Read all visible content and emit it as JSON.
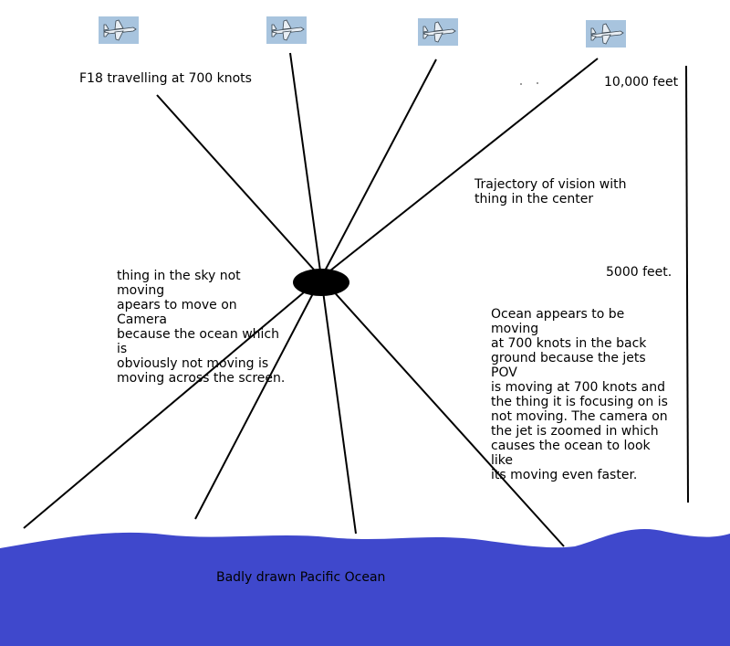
{
  "diagram": {
    "colors": {
      "ocean": "#3f48cc",
      "jet_background": "#a8c4de",
      "jet_body": "#e8eef4",
      "jet_outline": "#3a4650",
      "object": "#000000",
      "lines": "#000000"
    },
    "jets": [
      {
        "icon": "jet-icon"
      },
      {
        "icon": "jet-icon"
      },
      {
        "icon": "jet-icon"
      },
      {
        "icon": "jet-icon"
      }
    ],
    "object": {
      "icon": "ufo-ellipse"
    },
    "labels": {
      "title": "F18 travelling at 700 knots",
      "altitude_top": "10,000 feet",
      "trajectory": "Trajectory of vision with\nthing in the center",
      "altitude_mid": "5000 feet.",
      "thing_in_sky": "thing in the sky not moving\napears to move on Camera\nbecause the ocean which is\nobviously not moving is\nmoving across the screen.",
      "ocean_explanation": "Ocean appears to be moving\nat 700 knots in the back\nground because the jets POV\nis moving at 700 knots and\nthe thing it is focusing on is\nnot moving. The camera on\nthe jet is zoomed in which\ncauses the ocean to look like\nits moving even faster.",
      "ocean": "Badly drawn Pacific Ocean"
    }
  }
}
